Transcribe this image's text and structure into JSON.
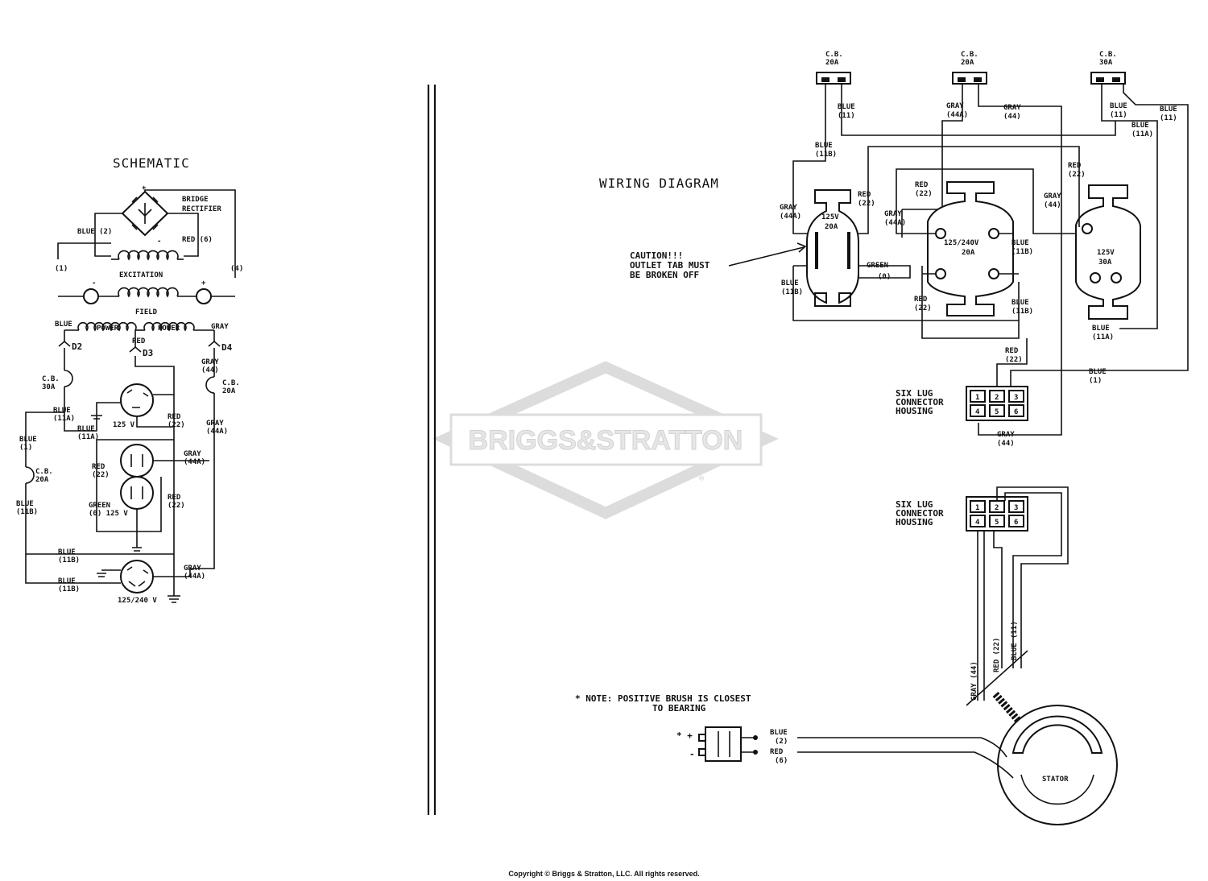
{
  "schematic": {
    "title": "SCHEMATIC",
    "bridge_label": "BRIDGE",
    "rectifier_label": "RECTIFIER",
    "blue2": "BLUE (2)",
    "red6": "RED (6)",
    "t1": "(1)",
    "t4": "(4)",
    "excitation_label": "EXCITATION",
    "field_label": "FIELD",
    "plus": "+",
    "minus": "-",
    "blue_top": "BLUE",
    "power1": "POWER",
    "power2": "POWER",
    "gray_top": "GRAY",
    "d2": "D2",
    "d3": "D3",
    "d4": "D4",
    "red_d3": "RED",
    "gray44": "GRAY",
    "gray44_num": "(44)",
    "cb30_a": "C.B.",
    "cb30_b": "30A",
    "cb20r_a": "C.B.",
    "cb20r_b": "20A",
    "blue11a_a": "BLUE",
    "blue11a_b": "(11A)",
    "v125_top": "125 V",
    "red22_a": "RED",
    "red22_b": "(22)",
    "gray44a_a": "GRAY",
    "gray44a_b": "(44A)",
    "blue11a2_a": "BLUE",
    "blue11a2_b": "(11A)",
    "blue1_a": "BLUE",
    "blue1_b": "(1)",
    "cb20l_a": "C.B.",
    "cb20l_b": "20A",
    "gray44a2_a": "GRAY",
    "gray44a2_b": "(44A)",
    "red22m_a": "RED",
    "red22m_b": "(22)",
    "green_a": "GREEN",
    "green_b": "(0) 125 V",
    "blue11b_a": "BLUE",
    "blue11b_b": "(11B)",
    "red22r_a": "RED",
    "red22r_b": "(22)",
    "blue11b2_a": "BLUE",
    "blue11b2_b": "(11B)",
    "blue11b3_a": "BLUE",
    "blue11b3_b": "(11B)",
    "gray44a3_a": "GRAY",
    "gray44a3_b": "(44A)",
    "v125_240": "125/240 V"
  },
  "wiring": {
    "title": "WIRING DIAGRAM",
    "cb1_a": "C.B.",
    "cb1_b": "20A",
    "cb2_a": "C.B.",
    "cb2_b": "20A",
    "cb3_a": "C.B.",
    "cb3_b": "30A",
    "blue11_a": "BLUE",
    "blue11_b": "(11)",
    "gray44a_a": "GRAY",
    "gray44a_b": "(44A)",
    "gray44_a": "GRAY",
    "gray44_b": "(44)",
    "blue11r_a": "BLUE",
    "blue11r_b": "(11)",
    "blue11rr_a": "BLUE",
    "blue11rr_b": "(11)",
    "blue11a_a": "BLUE",
    "blue11a_b": "(11A)",
    "blue11b_a": "BLUE",
    "blue11b_b": "(11B)",
    "red22a_a": "RED",
    "red22a_b": "(22)",
    "red22b_a": "RED",
    "red22b_b": "(22)",
    "red22c_a": "RED",
    "red22c_b": "(22)",
    "gray44al_a": "GRAY",
    "gray44al_b": "(44A)",
    "gray44am_a": "GRAY",
    "gray44am_b": "(44A)",
    "gray44r_a": "GRAY",
    "gray44r_b": "(44)",
    "out1_a": "125V",
    "out1_b": "20A",
    "out2_a": "125/240V",
    "out2_b": "20A",
    "out3_a": "125V",
    "out3_b": "30A",
    "caution_a": "CAUTION!!!",
    "caution_b": "OUTLET TAB MUST",
    "caution_c": "BE BROKEN OFF",
    "green0_a": "GREEN",
    "green0_b": "(0)",
    "blue11b_l_a": "BLUE",
    "blue11b_l_b": "(11B)",
    "blue11b_m_a": "BLUE",
    "blue11b_m_b": "(11B)",
    "blue11b_r_a": "BLUE",
    "blue11b_r_b": "(11B)",
    "red22d_a": "RED",
    "red22d_b": "(22)",
    "blue11a_b2_a": "BLUE",
    "blue11a_b2_b": "(11A)",
    "red22e_a": "RED",
    "red22e_b": "(22)",
    "blue1_a": "BLUE",
    "blue1_b": "(1)",
    "six_lug_a": "SIX LUG",
    "six_lug_b": "CONNECTOR",
    "six_lug_c": "HOUSING",
    "gray44bot_a": "GRAY",
    "gray44bot_b": "(44)",
    "six_lug2_a": "SIX LUG",
    "six_lug2_b": "CONNECTOR",
    "six_lug2_c": "HOUSING",
    "lugs": [
      "1",
      "2",
      "3",
      "4",
      "5",
      "6"
    ],
    "gray44_v": "GRAY (44)",
    "red22_v": "RED (22)",
    "blue11_v": "BLUE (11)",
    "note_a": "* NOTE: POSITIVE BRUSH IS CLOSEST",
    "note_b": "TO BEARING",
    "brush_plus": "* +",
    "brush_minus": "-",
    "blue2_a": "BLUE",
    "blue2_b": "(2)",
    "red6_a": "RED",
    "red6_b": "(6)",
    "stator": "STATOR"
  },
  "watermark": "BRIGGS&STRATTON",
  "watermark_reg": "®",
  "copyright": "Copyright © Briggs & Stratton, LLC. All rights reserved."
}
